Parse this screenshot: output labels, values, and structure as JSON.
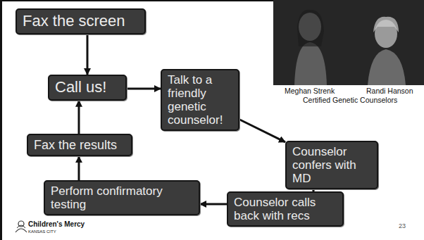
{
  "diagram": {
    "nodes": [
      {
        "text": [
          "Fax the screen"
        ]
      },
      {
        "text": [
          "Call us!"
        ]
      },
      {
        "text": [
          "Talk to a friendly genetic counselor!"
        ]
      },
      {
        "text": [
          "Counselor confers with MD"
        ]
      },
      {
        "text": [
          "Counselor calls back with recs"
        ]
      },
      {
        "text": [
          "Perform confirmatory testing"
        ]
      },
      {
        "text": [
          "Fax the results"
        ]
      }
    ],
    "edges": [
      {
        "from": 0,
        "to": 1,
        "arrow": "to"
      },
      {
        "from": 1,
        "to": 2,
        "arrow": "to"
      },
      {
        "from": 2,
        "to": 3,
        "arrow": "to"
      },
      {
        "from": 3,
        "to": 4,
        "arrow": "to"
      },
      {
        "from": 4,
        "to": 5,
        "arrow": "to"
      },
      {
        "from": 5,
        "to": 6,
        "arrow": "to"
      },
      {
        "from": 6,
        "to": 1,
        "arrow": "to"
      }
    ],
    "labels": [
      "Meghan Strenk",
      "Randi Hanson",
      "Certified Genetic Counselors",
      "Children's Mercy",
      "KANSAS CITY",
      "23"
    ]
  }
}
